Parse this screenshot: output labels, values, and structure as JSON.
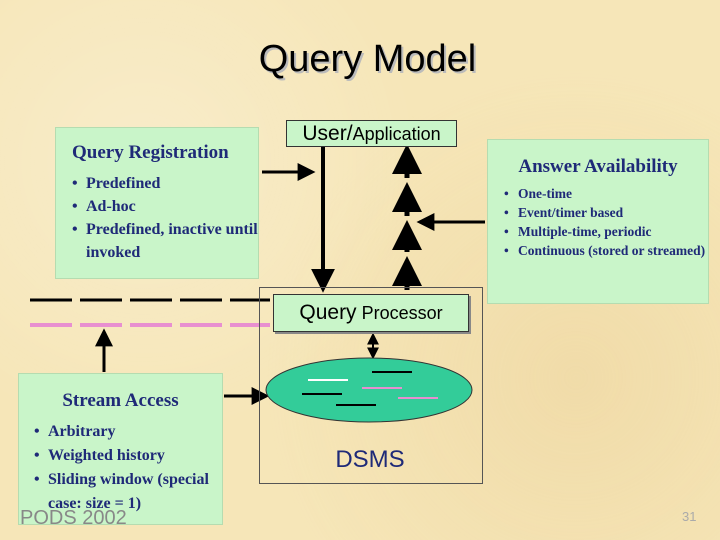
{
  "title": "Query Model",
  "query_registration": {
    "heading": "Query Registration",
    "items": [
      "Predefined",
      "Ad-hoc",
      "Predefined, inactive until invoked"
    ]
  },
  "user_application": {
    "part1": "User/",
    "part2": "Application"
  },
  "answer_availability": {
    "heading": "Answer Availability",
    "items": [
      "One-time",
      "Event/timer based",
      "Multiple-time, periodic",
      "Continuous (stored or streamed)"
    ]
  },
  "query_processor": {
    "part1": "Query",
    "part2": "Processor"
  },
  "stream_access": {
    "heading": "Stream Access",
    "items": [
      "Arbitrary",
      "Weighted history",
      "Sliding window (special case: size = 1)"
    ]
  },
  "dsms_label": "DSMS",
  "footer": "PODS 2002",
  "page_number": "31",
  "colors": {
    "background": "#f6e6b8",
    "panel": "#c9f5c9",
    "heading_text": "#1f2a78",
    "stream_ellipse": "#33cc99",
    "stream_dash_pink": "#e88fd0"
  }
}
